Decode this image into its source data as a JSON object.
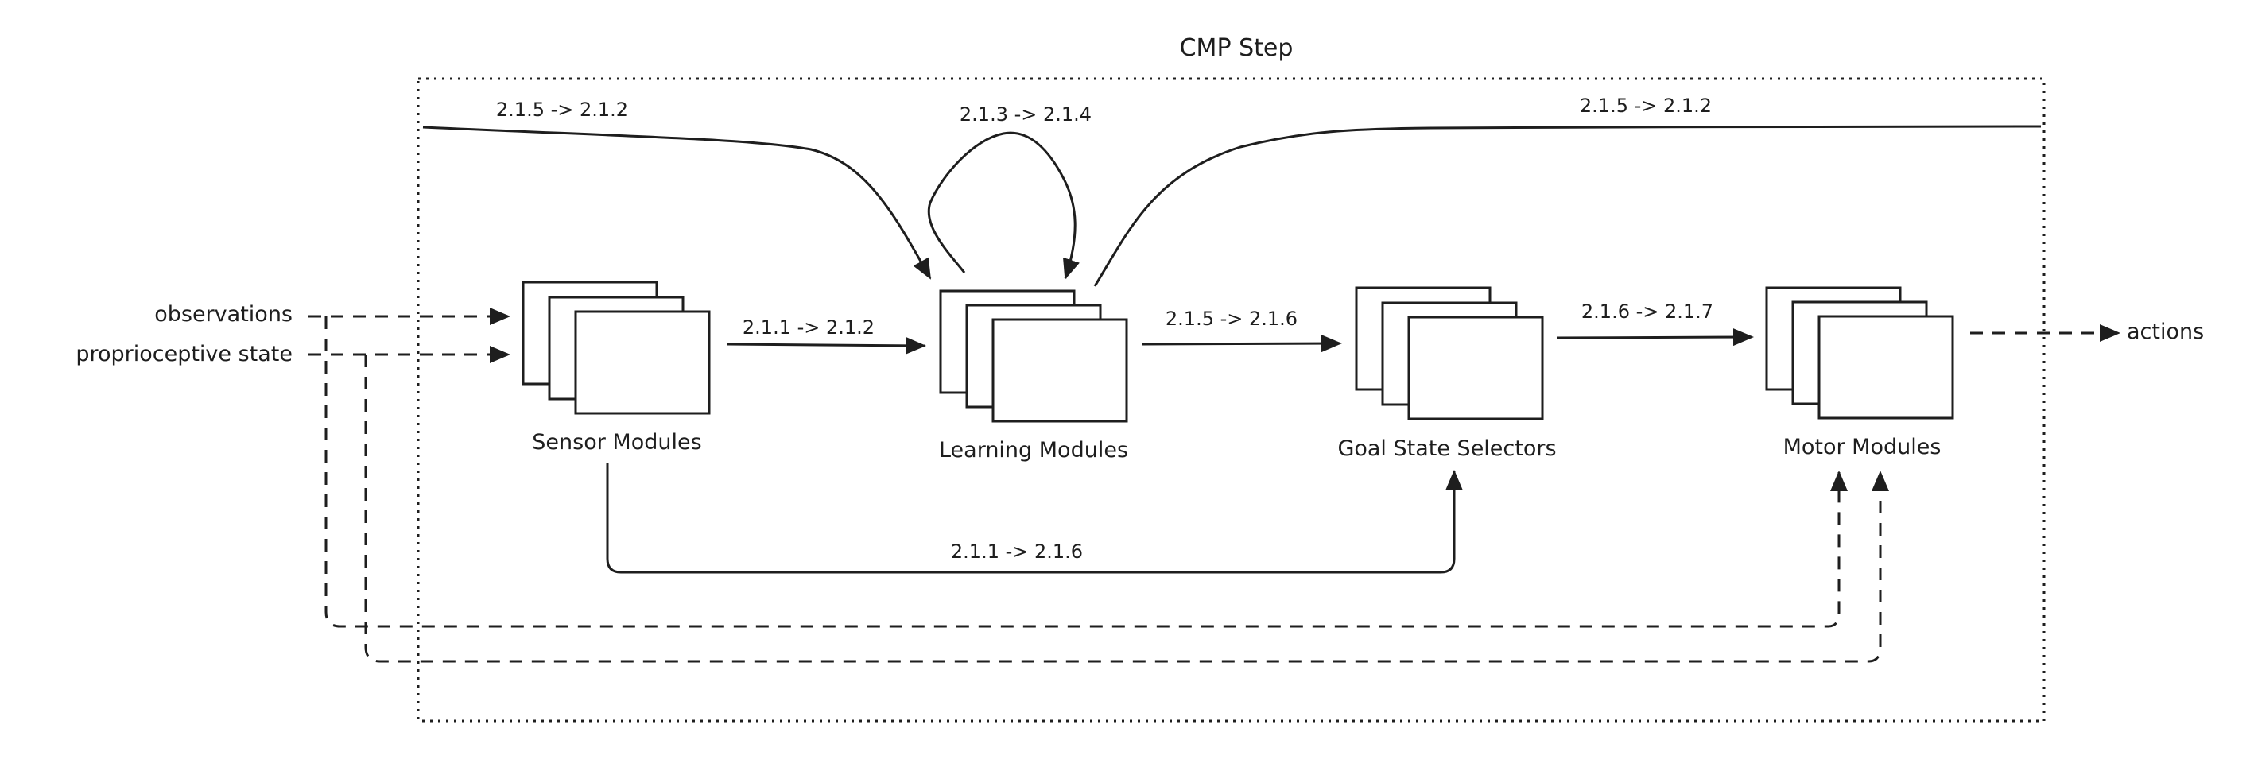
{
  "title": "CMP Step",
  "modules": {
    "sensor": "Sensor Modules",
    "learning": "Learning Modules",
    "goal": "Goal State Selectors",
    "motor": "Motor Modules"
  },
  "inputs": {
    "observations": "observations",
    "proprioceptive": "proprioceptive state"
  },
  "outputs": {
    "actions": "actions"
  },
  "edges": {
    "top_left": "2.1.5 -> 2.1.2",
    "self_loop": "2.1.3 -> 2.1.4",
    "top_right": "2.1.5 -> 2.1.2",
    "sensor_learning": "2.1.1 -> 2.1.2",
    "learning_goal": "2.1.5 -> 2.1.6",
    "goal_motor": "2.1.6 -> 2.1.7",
    "sensor_goal": "2.1.1 -> 2.1.6"
  }
}
